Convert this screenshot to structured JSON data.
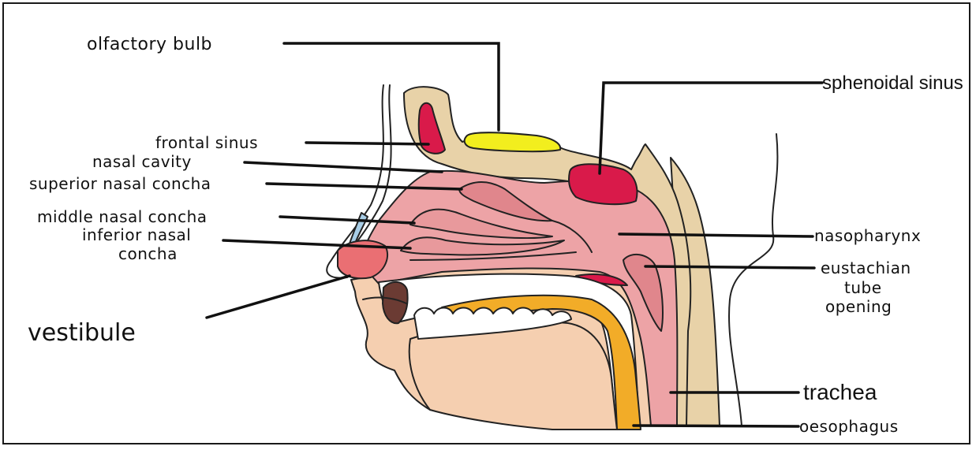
{
  "labels": {
    "olfactory_bulb": "olfactory bulb",
    "sphenoidal_sinus": "sphenoidal sinus",
    "frontal_sinus": "frontal sinus",
    "nasal_cavity": "nasal cavity",
    "superior_nasal_concha": "superior nasal concha",
    "middle_nasal_concha": "middle nasal concha",
    "inferior_nasal_concha_line1": "inferior nasal",
    "inferior_nasal_concha_line2": "concha",
    "nasopharynx": "nasopharynx",
    "eustachian_line1": "eustachian",
    "eustachian_line2": "tube",
    "eustachian_line3": "opening",
    "vestibule": "vestibule",
    "trachea": "trachea",
    "oesophagus": "oesophagus"
  },
  "colors": {
    "bone": "#e8d2a8",
    "skin": "#f5cfb0",
    "mucosa": "#eda3a6",
    "mucosa_dark": "#e0868c",
    "sinus": "#d91a4a",
    "bulb": "#f2ee1e",
    "oesophagus": "#f2ac28",
    "vestibule": "#ea6f73",
    "cartilage": "#a8cde6",
    "tongue_shadow": "#6b3b33",
    "teeth": "#ffffff"
  }
}
